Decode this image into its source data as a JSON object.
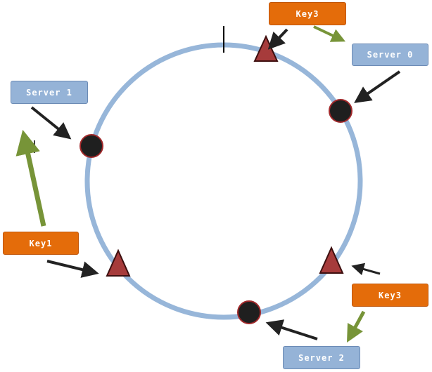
{
  "colors": {
    "ring": "#97b6d9",
    "server_fill": "#95b3d7",
    "key_fill": "#e46c0a",
    "node_fill": "#1f1f1f",
    "node_stroke": "#a0282a",
    "key_marker_fill": "#a63b3b",
    "arrow_dark": "#222222",
    "arrow_green": "#779438"
  },
  "servers": [
    {
      "label": "Server 0"
    },
    {
      "label": "Server 1"
    },
    {
      "label": "Server 2"
    }
  ],
  "keys": [
    {
      "label": "Key3"
    },
    {
      "label": "Key1"
    },
    {
      "label": "Key3"
    }
  ]
}
